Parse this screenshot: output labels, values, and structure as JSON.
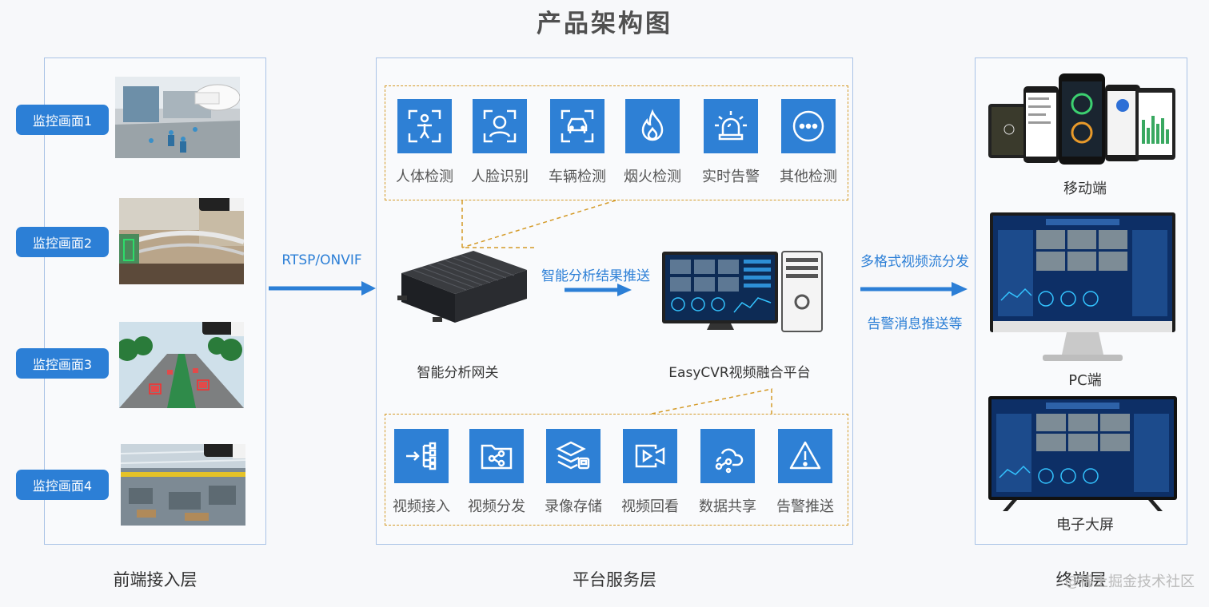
{
  "title": "产品架构图",
  "layers": {
    "front": "前端接入层",
    "platform": "平台服务层",
    "terminal": "终端层"
  },
  "cameras": [
    {
      "label": "监控画面1",
      "scene": "campus"
    },
    {
      "label": "监控画面2",
      "scene": "bridge"
    },
    {
      "label": "监控画面3",
      "scene": "road"
    },
    {
      "label": "监控画面4",
      "scene": "factory"
    }
  ],
  "protocol_label": "RTSP/ONVIF",
  "gateway_label": "智能分析网关",
  "result_push_label": "智能分析结果推送",
  "platform_label": "EasyCVR视频融合平台",
  "analysis_functions": [
    {
      "label": "人体检测",
      "icon": "person-scan-icon"
    },
    {
      "label": "人脸识别",
      "icon": "face-scan-icon"
    },
    {
      "label": "车辆检测",
      "icon": "car-scan-icon"
    },
    {
      "label": "烟火检测",
      "icon": "fire-icon"
    },
    {
      "label": "实时告警",
      "icon": "alarm-light-icon"
    },
    {
      "label": "其他检测",
      "icon": "more-icon"
    }
  ],
  "platform_functions": [
    {
      "label": "视频接入",
      "icon": "access-tree-icon"
    },
    {
      "label": "视频分发",
      "icon": "share-folder-icon"
    },
    {
      "label": "录像存储",
      "icon": "layers-storage-icon"
    },
    {
      "label": "视频回看",
      "icon": "video-playback-icon"
    },
    {
      "label": "数据共享",
      "icon": "cloud-share-icon"
    },
    {
      "label": "告警推送",
      "icon": "warning-icon"
    }
  ],
  "distribution_labels": [
    "多格式视频流分发",
    "告警消息推送等"
  ],
  "terminals": [
    {
      "label": "移动端"
    },
    {
      "label": "PC端"
    },
    {
      "label": "电子大屏"
    }
  ],
  "watermark": "@稀土掘金技术社区",
  "colors": {
    "accent": "#2c7fd6",
    "dash": "#d49a27",
    "panel_border": "#a9c3e6"
  }
}
